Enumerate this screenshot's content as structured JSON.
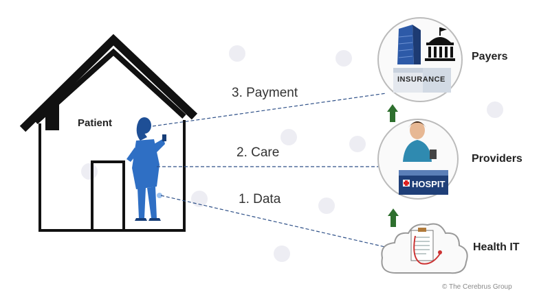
{
  "patient": {
    "label": "Patient"
  },
  "flows": [
    {
      "label": "3. Payment"
    },
    {
      "label": "2. Care"
    },
    {
      "label": "1. Data"
    }
  ],
  "entities": {
    "payers": {
      "label": "Payers",
      "image_text": "INSURANCE"
    },
    "providers": {
      "label": "Providers",
      "image_text": "HOSPIT"
    },
    "health_it": {
      "label": "Health IT"
    }
  },
  "copyright": "© The Cerebrus Group",
  "colors": {
    "figure_blue": "#2f6fc4",
    "dash_blue": "#2d4f87",
    "arrow_green": "#2e6f2e",
    "house": "#111111"
  }
}
